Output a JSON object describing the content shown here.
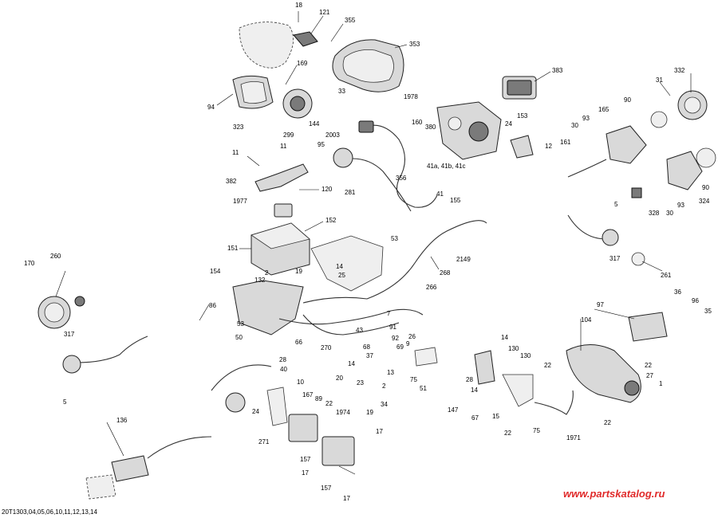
{
  "diagram": {
    "footer_code": "20T1303,04,05,06,10,11,12,13,14",
    "watermark": "www.partskatalog.ru",
    "callouts": {
      "c18": "18",
      "c121": "121",
      "c355": "355",
      "c353": "353",
      "c169": "169",
      "c94": "94",
      "c323": "323",
      "c299": "299",
      "c33": "33",
      "c1978": "1978",
      "c144": "144",
      "c2003": "2003",
      "c160": "160",
      "c380": "380",
      "c383": "383",
      "c153": "153",
      "c24a": "24",
      "c12": "12",
      "c95": "95",
      "c281": "281",
      "c356": "356",
      "c41abc": "41a, 41b, 41c",
      "c41": "41",
      "c155": "155",
      "c11a": "11",
      "c11b": "11",
      "c382": "382",
      "c120": "120",
      "c1977": "1977",
      "c152": "152",
      "c151": "151",
      "c53a": "53",
      "c2149": "2149",
      "c268": "268",
      "c14a": "14",
      "c2": "2",
      "c19a": "19",
      "c25": "25",
      "c154": "154",
      "c132": "132",
      "c170": "170",
      "c260": "260",
      "c86": "86",
      "c266": "266",
      "c317a": "317",
      "c5a": "5",
      "c53b": "53",
      "c50": "50",
      "c66": "66",
      "c270": "270",
      "c43": "43",
      "c7": "7",
      "c91": "91",
      "c26": "26",
      "c92": "92",
      "c9": "9",
      "c68": "68",
      "c69": "69",
      "c37": "37",
      "c28": "28",
      "c40": "40",
      "c14b": "14",
      "c10": "10",
      "c167": "167",
      "c89": "89",
      "c22a": "22",
      "c20": "20",
      "c23": "23",
      "c19b": "19",
      "c1974": "1974",
      "c34": "34",
      "c13": "13",
      "c2b": "2",
      "c75a": "75",
      "c51": "51",
      "c24b": "24",
      "c271": "271",
      "c157a": "157",
      "c157b": "157",
      "c17a": "17",
      "c17b": "17",
      "c17c": "17",
      "c136": "136",
      "c332": "332",
      "c31": "31",
      "c90a": "90",
      "c165": "165",
      "c30a": "30",
      "c93a": "93",
      "c161": "161",
      "c90b": "90",
      "c324": "324",
      "c328": "328",
      "c30b": "30",
      "c93b": "93",
      "c5b": "5",
      "c317b": "317",
      "c261": "261",
      "c36": "36",
      "c96": "96",
      "c35": "35",
      "c97": "97",
      "c104": "104",
      "c22b": "22",
      "c27": "27",
      "c1": "1",
      "c22c": "22",
      "c14c": "14",
      "c130a": "130",
      "c130b": "130",
      "c22d": "22",
      "c28b": "28",
      "c14d": "14",
      "c147": "147",
      "c67": "67",
      "c15": "15",
      "c22e": "22",
      "c75b": "75",
      "c1971": "1971"
    }
  }
}
